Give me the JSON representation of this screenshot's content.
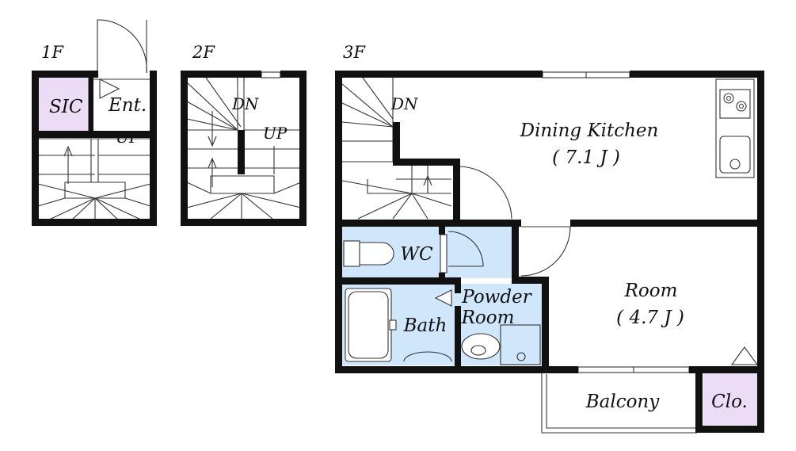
{
  "colors": {
    "wall": "#111111",
    "wet_area": "#cfe6fb",
    "storage": "#ecdcf6",
    "background": "#ffffff"
  },
  "floors": [
    {
      "key": "1f",
      "label": "1F"
    },
    {
      "key": "2f",
      "label": "2F"
    },
    {
      "key": "3f",
      "label": "3F"
    }
  ],
  "rooms": {
    "sic": "SIC",
    "entrance": "Ent.",
    "dining_kitchen": {
      "name": "Dining Kitchen",
      "size": "( 7.1 J )"
    },
    "wc": "WC",
    "powder_room": {
      "line1": "Powder",
      "line2": "Room"
    },
    "bath": "Bath",
    "room": {
      "name": "Room",
      "size": "( 4.7 J )"
    },
    "balcony": "Balcony",
    "closet": "Clo."
  },
  "stair_labels": {
    "up_1f": "UP",
    "down_2f": "DN",
    "up_2f": "UP",
    "down_3f": "DN"
  }
}
